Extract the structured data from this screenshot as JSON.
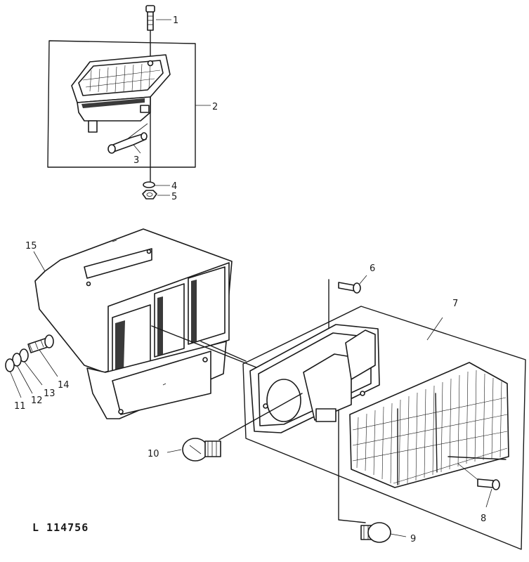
{
  "figure_id": "L 114756",
  "callouts": {
    "c1": "1",
    "c2": "2",
    "c3": "3",
    "c4": "4",
    "c5": "5",
    "c6": "6",
    "c7": "7",
    "c8": "8",
    "c9": "9",
    "c10": "10",
    "c11": "11",
    "c12": "12",
    "c13": "13",
    "c14": "14",
    "c15": "15"
  }
}
